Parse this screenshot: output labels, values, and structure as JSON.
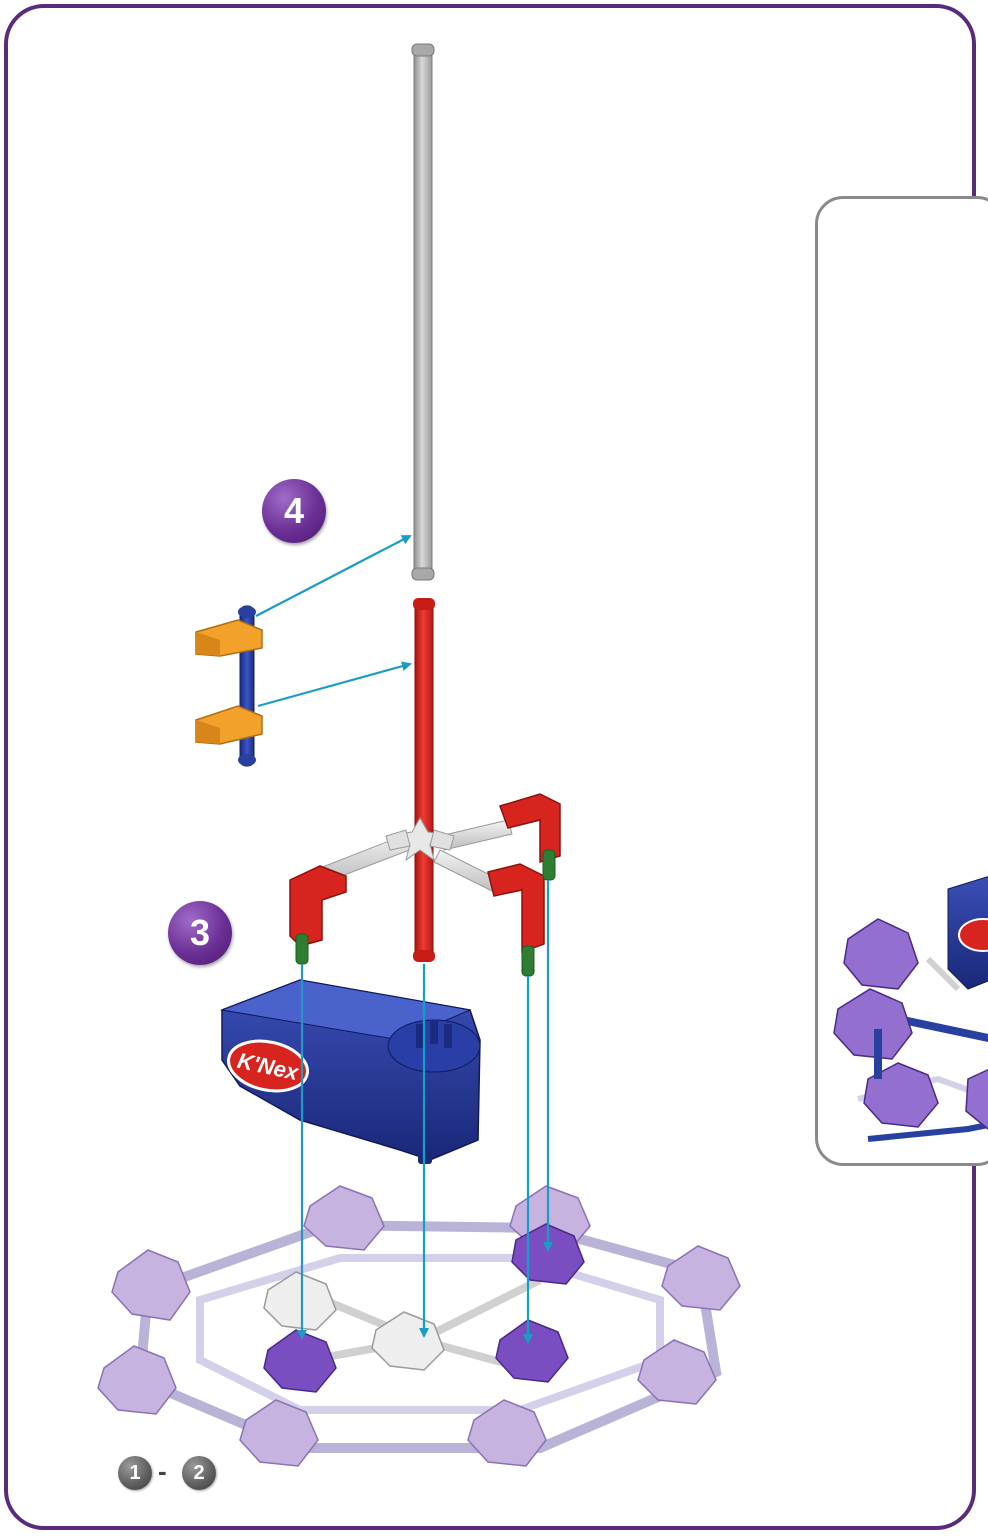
{
  "steps": {
    "step_3": "3",
    "step_4": "4"
  },
  "reference": {
    "from": "1",
    "separator": "-",
    "to": "2"
  },
  "brand": {
    "logo_text": "K'Nex"
  },
  "colors": {
    "frame": "#5a2a7f",
    "badge": "#6b2f95",
    "arrow": "#1a9cc4",
    "rod_gray": "#b8b8b8",
    "rod_red": "#d8241f",
    "motor_blue": "#23369a",
    "connector_purple": "#7a4ec0",
    "connector_lavender": "#c7b3e0",
    "connector_orange": "#f2a22a",
    "connector_red": "#d8241f",
    "connector_white": "#e8e8e8",
    "rod_blue": "#2840a0",
    "peg_green": "#2e7d32"
  }
}
